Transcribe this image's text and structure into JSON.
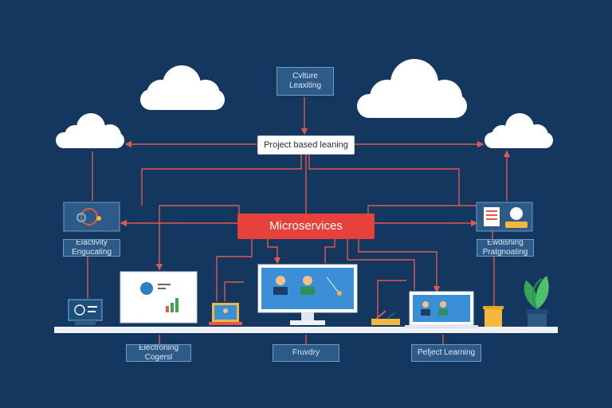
{
  "diagram": {
    "top_box": {
      "line1": "Cvlture",
      "line2": "Leaxiting"
    },
    "hub": {
      "label": "Project based leaning"
    },
    "center": {
      "label": "Microservices"
    },
    "left_box": {
      "line1": "Elactivity",
      "line2": "Engucating"
    },
    "right_box": {
      "line1": "Ewdishing",
      "line2": "Pratgnoating"
    },
    "bottom_boxes": [
      {
        "line1": "Electroning",
        "line2": "Cogersl"
      },
      {
        "line1": "Fruvdry",
        "line2": ""
      },
      {
        "line1": "Pefject Learning",
        "line2": ""
      }
    ]
  },
  "colors": {
    "background": "#13375f",
    "connector": "#e0584f",
    "microservices": "#e8413b",
    "label_box": "#2d5a87",
    "cloud": "#ffffff",
    "shelf": "#eef2f6"
  },
  "icons": [
    "cloud-icon",
    "monitor-icon",
    "laptop-icon",
    "tablet-icon",
    "plant-icon",
    "pencil-cup-icon",
    "chart-icon",
    "gears-icon"
  ]
}
